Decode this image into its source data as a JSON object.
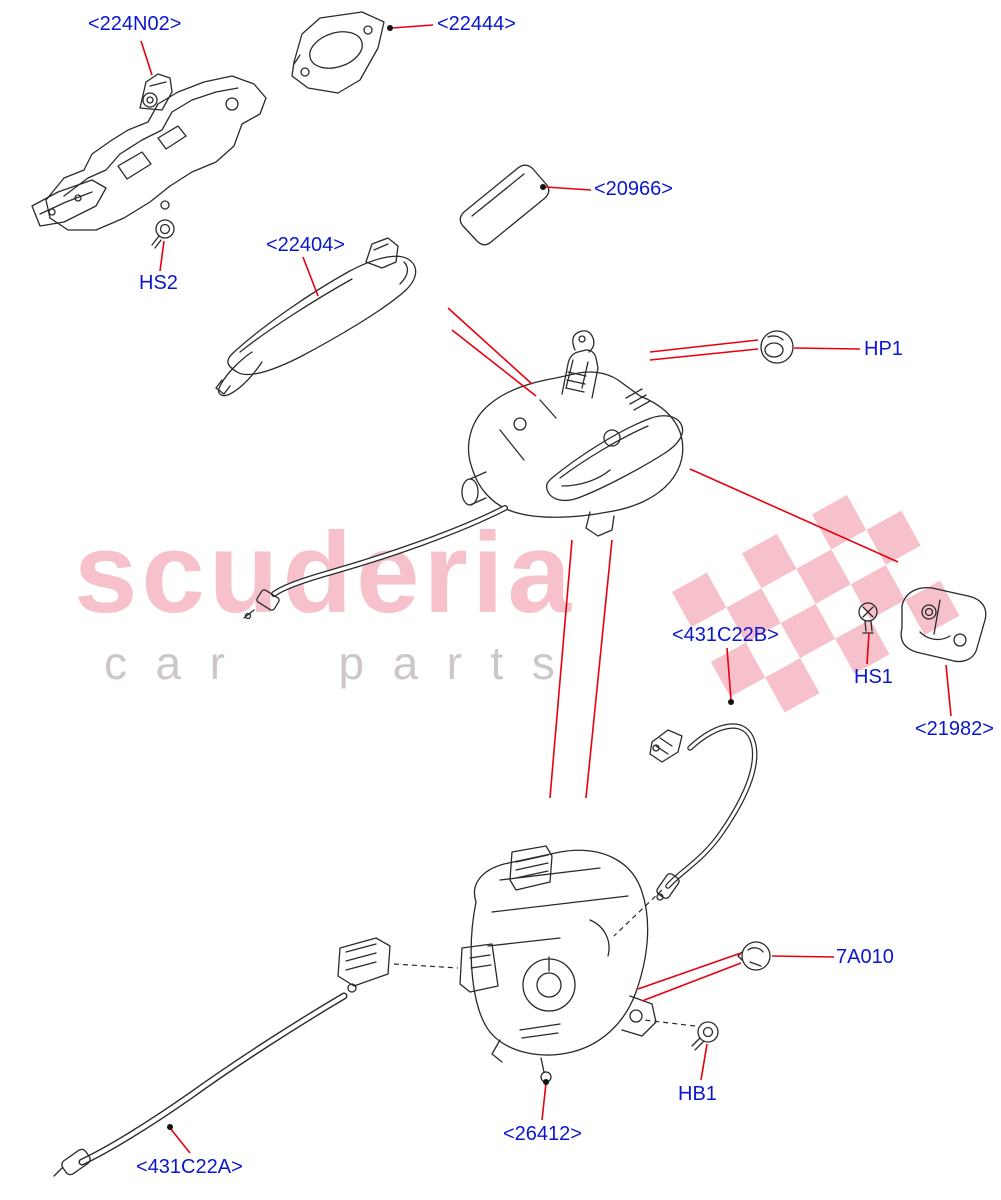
{
  "diagram": {
    "background": "#ffffff",
    "colors": {
      "label_blue": "#0a17cf",
      "leader_red": "#e8000d",
      "line_black": "#2a2a2a",
      "watermark_pink": "#e75b76"
    }
  },
  "watermark": {
    "title": "scuderia",
    "subtitle": "car parts"
  },
  "labels": [
    {
      "id": "224N02",
      "text": "<224N02>"
    },
    {
      "id": "22444",
      "text": "<22444>"
    },
    {
      "id": "20966",
      "text": "<20966>"
    },
    {
      "id": "22404",
      "text": "<22404>"
    },
    {
      "id": "HS2",
      "text": "HS2"
    },
    {
      "id": "HP1",
      "text": "HP1"
    },
    {
      "id": "431C22B",
      "text": "<431C22B>"
    },
    {
      "id": "HS1",
      "text": "HS1"
    },
    {
      "id": "21982",
      "text": "<21982>"
    },
    {
      "id": "7A010",
      "text": "7A010"
    },
    {
      "id": "HB1",
      "text": "HB1"
    },
    {
      "id": "26412",
      "text": "<26412>"
    },
    {
      "id": "431C22A",
      "text": "<431C22A>"
    }
  ]
}
